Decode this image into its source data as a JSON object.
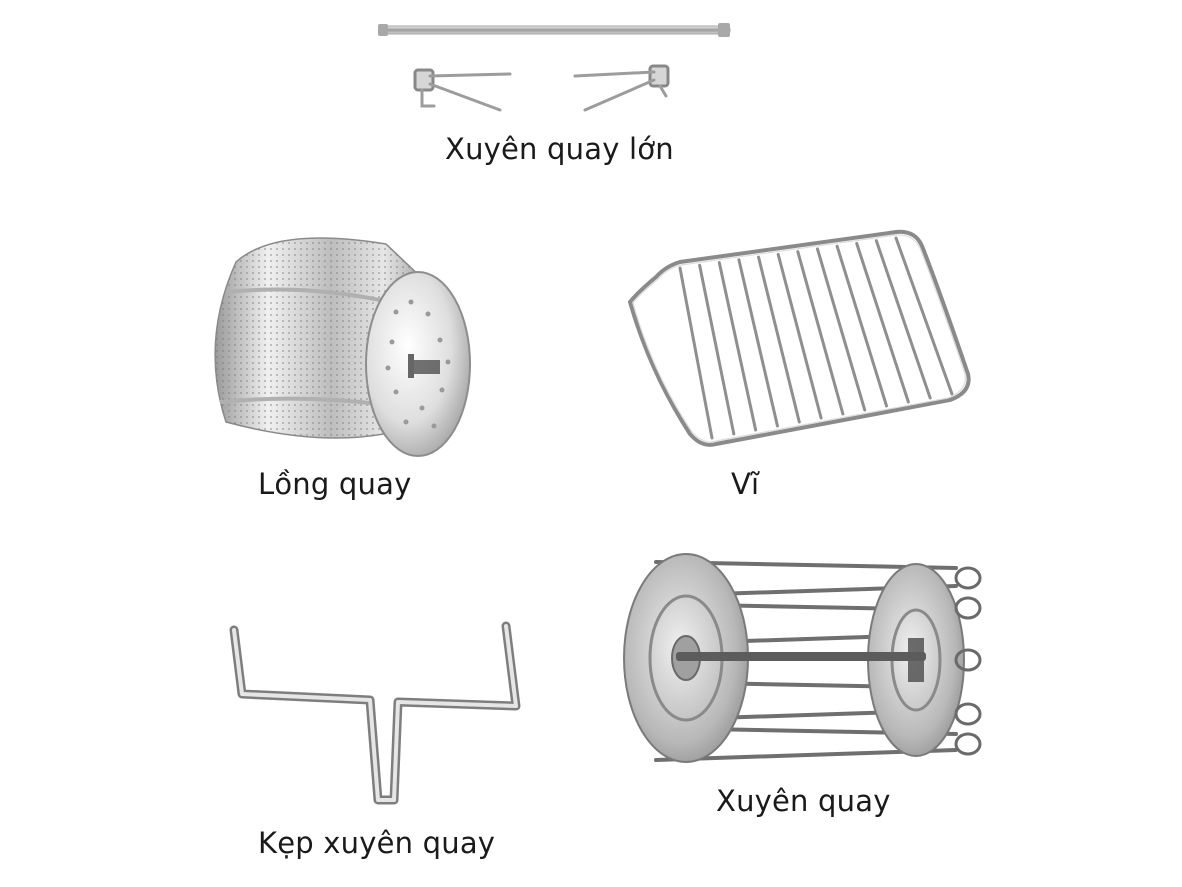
{
  "items": [
    {
      "id": "large-rotisserie-spit",
      "label": "Xuyên quay lớn"
    },
    {
      "id": "rotisserie-cage",
      "label": "Lồng quay"
    },
    {
      "id": "grill-rack",
      "label": "Vĩ"
    },
    {
      "id": "spit-clamp",
      "label": "Kẹp xuyên quay"
    },
    {
      "id": "rotisserie-skewer-set",
      "label": "Xuyên quay"
    }
  ]
}
